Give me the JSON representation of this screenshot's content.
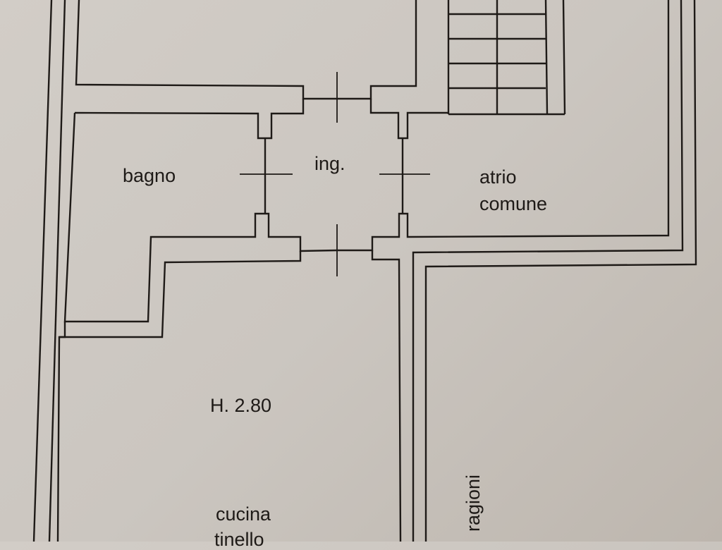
{
  "diagram": {
    "type": "floor-plan",
    "colors": {
      "background": "#cdc8c2",
      "wall_line": "#1e1a17"
    },
    "rooms": [
      {
        "id": "bagno",
        "label": "bagno"
      },
      {
        "id": "ingresso",
        "label": "ing."
      },
      {
        "id": "atrio",
        "label_line1": "atrio",
        "label_line2": "comune"
      },
      {
        "id": "cucina",
        "label_line1": "cucina",
        "label_line2": "tinello"
      },
      {
        "id": "ragioni",
        "label": "ragioni"
      }
    ],
    "annotations": {
      "height": "H. 2.80"
    },
    "features": [
      "stairs",
      "doors",
      "double-walls"
    ]
  }
}
